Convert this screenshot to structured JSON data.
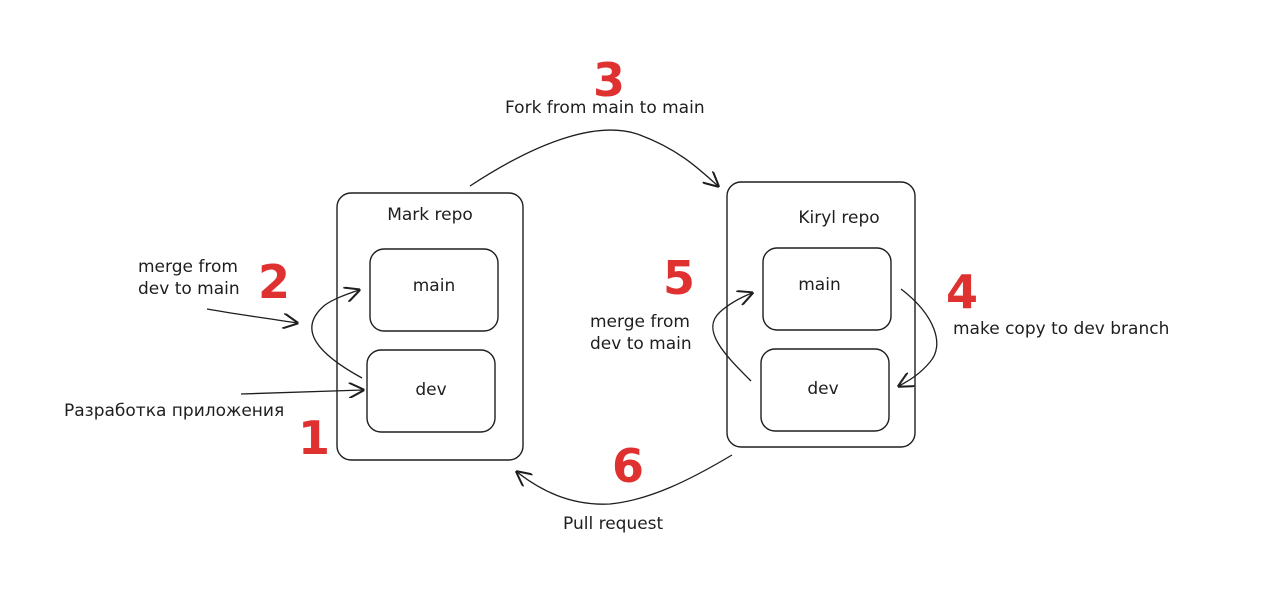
{
  "repos": {
    "mark": {
      "title": "Mark repo",
      "branches": {
        "main": "main",
        "dev": "dev"
      }
    },
    "kiryl": {
      "title": "Kiryl repo",
      "branches": {
        "main": "main",
        "dev": "dev"
      }
    }
  },
  "steps": [
    {
      "number": "1",
      "label": "Разработка приложения"
    },
    {
      "number": "2",
      "label": "merge from\ndev to main"
    },
    {
      "number": "3",
      "label": "Fork from main to main"
    },
    {
      "number": "4",
      "label": "make copy to dev branch"
    },
    {
      "number": "5",
      "label": "merge from\ndev to main"
    },
    {
      "number": "6",
      "label": "Pull request"
    }
  ],
  "colors": {
    "stroke": "#1e1e1e",
    "step_number": "#e03131",
    "background": "#ffffff"
  }
}
